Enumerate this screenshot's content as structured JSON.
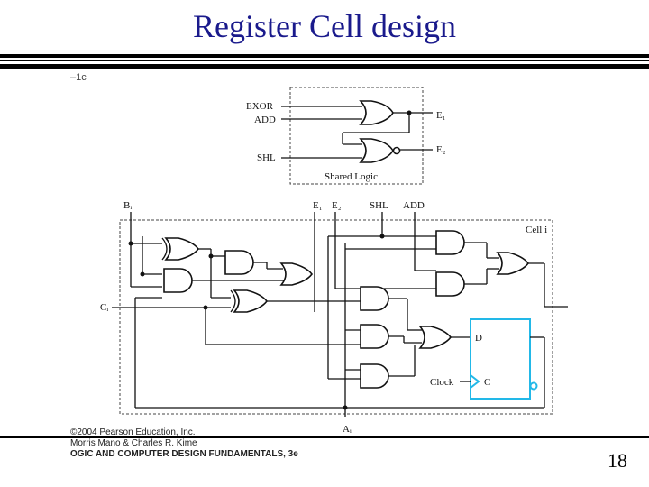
{
  "title": "Register Cell design",
  "figure_tag": "–1c",
  "page_number": "18",
  "credits": {
    "line1": "©2004 Pearson Education, Inc.",
    "line2": "Morris Mano & Charles R. Kime",
    "line3": "OGIC AND COMPUTER DESIGN FUNDAMENTALS, 3e"
  },
  "diagram": {
    "shared_logic_label": "Shared Logic",
    "cell_label": "Cell i",
    "inputs": {
      "exor": "EXOR",
      "add": "ADD",
      "shl": "SHL",
      "b": "Bᵢ",
      "c": "Cᵢ",
      "e1": "E₁",
      "e2": "E₂",
      "shl2": "SHL",
      "add2": "ADD",
      "a": "Aᵢ"
    },
    "outputs": {
      "e1": "E₁",
      "e2": "E₂"
    },
    "ff": {
      "d": "D",
      "c": "C",
      "clock": "Clock"
    },
    "colors": {
      "flipflop": "#22b8e8",
      "title": "#1a1a8c"
    }
  }
}
